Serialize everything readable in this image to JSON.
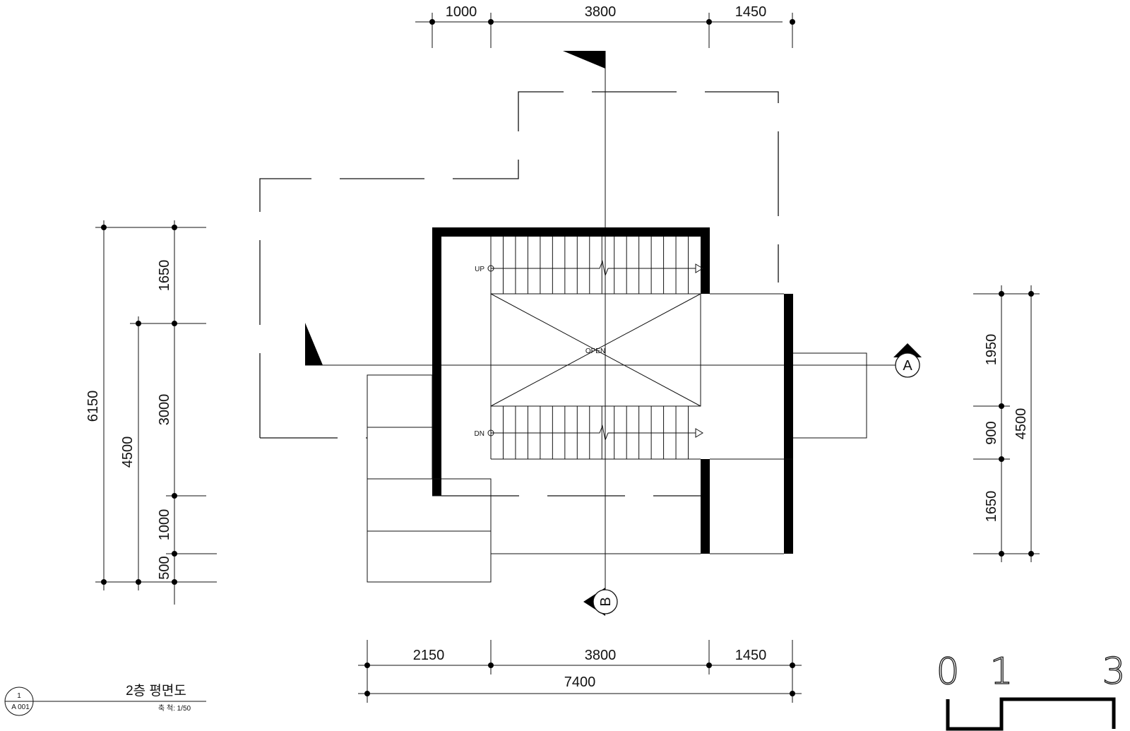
{
  "dimensions": {
    "top": [
      "1000",
      "3800",
      "1450"
    ],
    "bottom": [
      "2150",
      "3800",
      "1450"
    ],
    "bottom_total": "7400",
    "left_outer": "6150",
    "left_mid": "4500",
    "left_inner": [
      "1650",
      "3000",
      "1000",
      "500"
    ],
    "right_inner": [
      "1950",
      "900",
      "1650"
    ],
    "right_outer": "4500"
  },
  "labels": {
    "stair_up": "UP",
    "stair_down": "DN",
    "void": "OPEN",
    "section_a": "A",
    "section_b": "B"
  },
  "title_block": {
    "drawing_no": "1",
    "sheet_no": "A 001",
    "title": "2층 평면도",
    "scale": "축 척: 1/50"
  },
  "scale_bar": {
    "marks": [
      "0",
      "1",
      "3"
    ]
  }
}
